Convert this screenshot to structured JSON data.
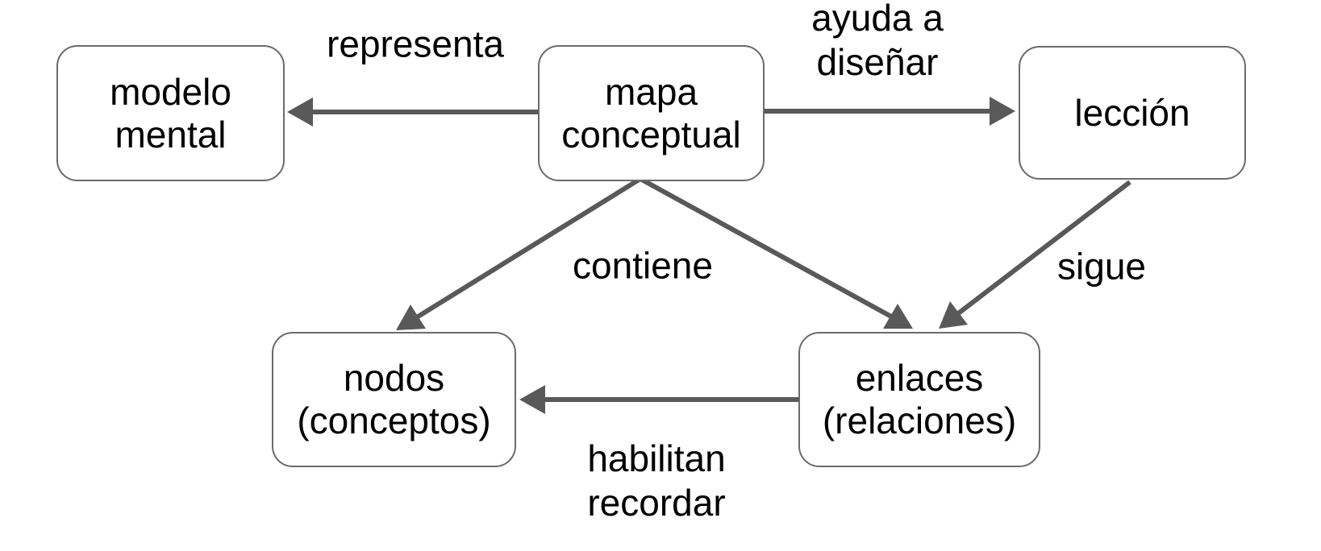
{
  "nodes": {
    "modelo_mental": {
      "label": "modelo\nmental"
    },
    "mapa_conceptual": {
      "label": "mapa\nconceptual"
    },
    "leccion": {
      "label": "lección"
    },
    "nodos_conceptos": {
      "label": "nodos\n(conceptos)"
    },
    "enlaces_relaciones": {
      "label": "enlaces\n(relaciones)"
    }
  },
  "edge_labels": {
    "representa": "representa",
    "ayuda_a_disenar": "ayuda a\ndiseñar",
    "contiene": "contiene",
    "sigue": "sigue",
    "habilitan_recordar": "habilitan\nrecordar"
  },
  "edges": [
    {
      "from": "mapa conceptual",
      "to": "modelo mental",
      "label": "representa"
    },
    {
      "from": "mapa conceptual",
      "to": "lección",
      "label": "ayuda a diseñar"
    },
    {
      "from": "mapa conceptual",
      "to": "nodos (conceptos)",
      "label": "contiene"
    },
    {
      "from": "mapa conceptual",
      "to": "enlaces (relaciones)",
      "label": "contiene"
    },
    {
      "from": "lección",
      "to": "enlaces (relaciones)",
      "label": "sigue"
    },
    {
      "from": "enlaces (relaciones)",
      "to": "nodos (conceptos)",
      "label": "habilitan recordar"
    }
  ],
  "colors": {
    "background": "#ffffff",
    "arrow": "#595959",
    "node_border": "#6b6b6b",
    "node_fill": "#ffffff",
    "text": "#000000"
  }
}
